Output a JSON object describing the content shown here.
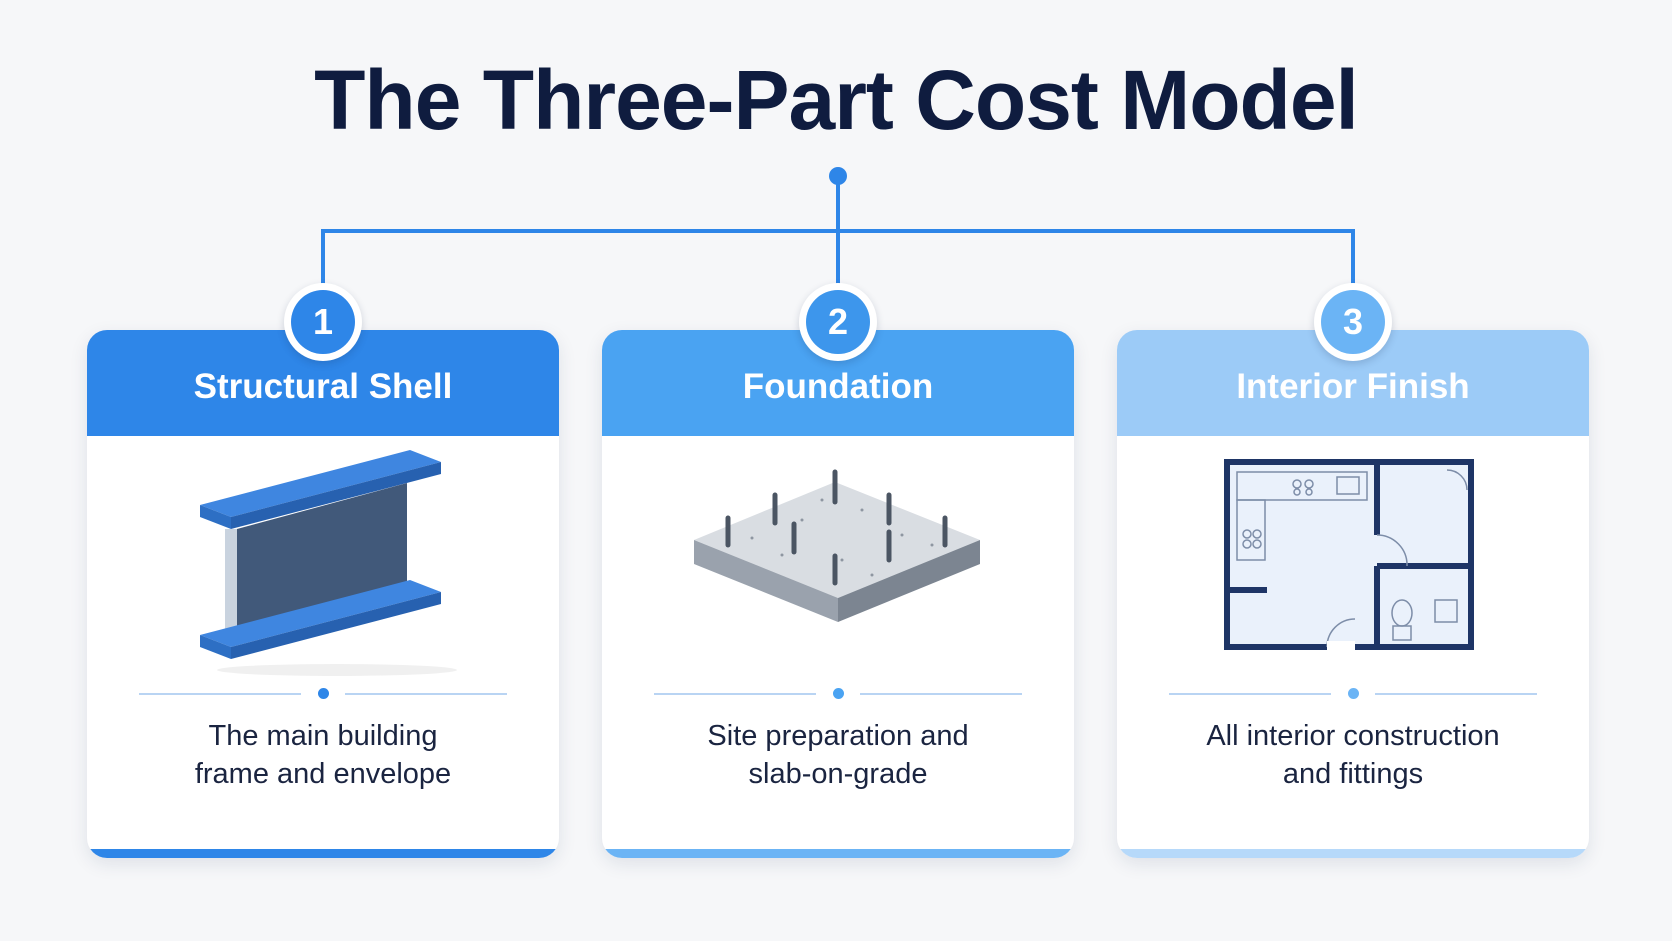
{
  "title": "The Three-Part Cost Model",
  "colors": {
    "title": "#0f1c3f",
    "connector": "#2e86e8",
    "card1": "#2e86e8",
    "card2": "#4aa3f2",
    "card3": "#9ccbf7"
  },
  "cards": [
    {
      "number": "1",
      "heading": "Structural Shell",
      "icon": "steel-i-beam-icon",
      "description_line1": "The main building",
      "description_line2": "frame and envelope"
    },
    {
      "number": "2",
      "heading": "Foundation",
      "icon": "concrete-slab-icon",
      "description_line1": "Site preparation and",
      "description_line2": "slab-on-grade"
    },
    {
      "number": "3",
      "heading": "Interior Finish",
      "icon": "floor-plan-icon",
      "description_line1": "All interior construction",
      "description_line2": "and fittings"
    }
  ]
}
